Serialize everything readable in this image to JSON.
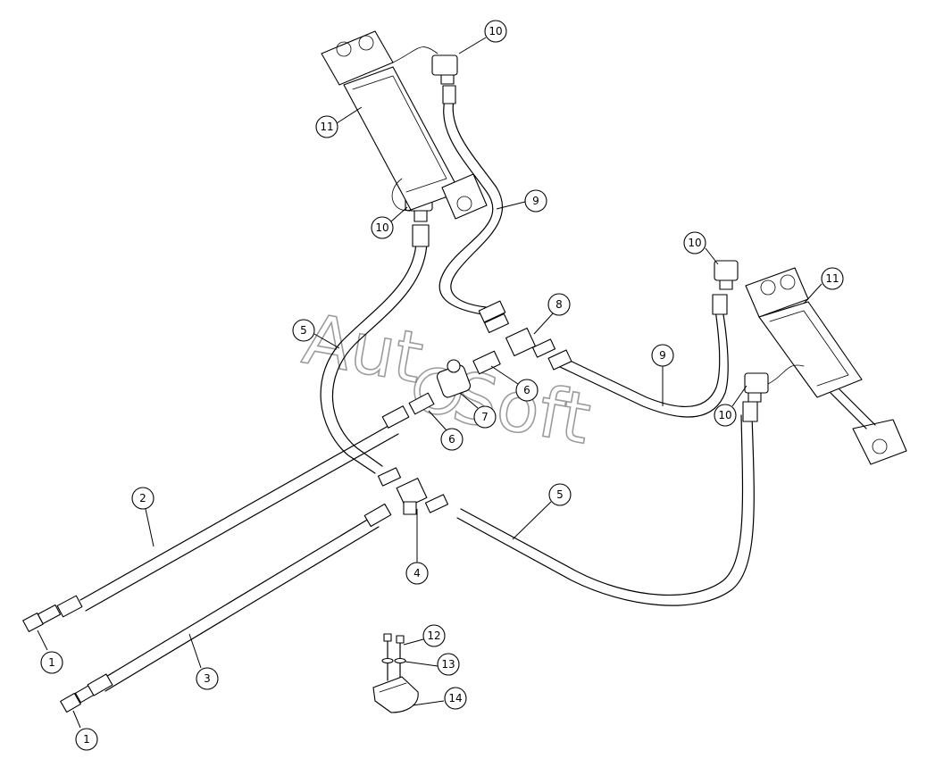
{
  "watermark": {
    "part1": "Aut",
    "part2": "Soft"
  },
  "callouts": [
    {
      "id": "c10a",
      "label": "10"
    },
    {
      "id": "c11a",
      "label": "11"
    },
    {
      "id": "c10b",
      "label": "10"
    },
    {
      "id": "c9a",
      "label": "9"
    },
    {
      "id": "c10c",
      "label": "10"
    },
    {
      "id": "c11b",
      "label": "11"
    },
    {
      "id": "c8",
      "label": "8"
    },
    {
      "id": "c5a",
      "label": "5"
    },
    {
      "id": "c9b",
      "label": "9"
    },
    {
      "id": "c6a",
      "label": "6"
    },
    {
      "id": "c7",
      "label": "7"
    },
    {
      "id": "c6b",
      "label": "6"
    },
    {
      "id": "c10d",
      "label": "10"
    },
    {
      "id": "c2",
      "label": "2"
    },
    {
      "id": "c5b",
      "label": "5"
    },
    {
      "id": "c4",
      "label": "4"
    },
    {
      "id": "c1a",
      "label": "1"
    },
    {
      "id": "c12",
      "label": "12"
    },
    {
      "id": "c13",
      "label": "13"
    },
    {
      "id": "c3",
      "label": "3"
    },
    {
      "id": "c14",
      "label": "14"
    },
    {
      "id": "c1b",
      "label": "1"
    }
  ]
}
